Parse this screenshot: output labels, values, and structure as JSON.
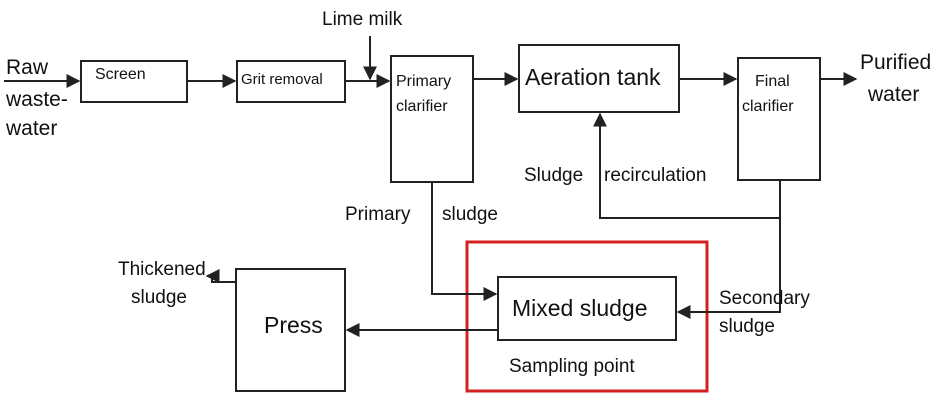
{
  "diagram": {
    "inputs": {
      "raw_line1": "Raw",
      "raw_line2": "waste-",
      "raw_line3": "water",
      "lime_milk": "Lime milk"
    },
    "units": {
      "screen": "Screen",
      "grit_removal": "Grit removal",
      "primary_clarifier_line1": "Primary",
      "primary_clarifier_line2": "clarifier",
      "aeration_tank": "Aeration tank",
      "final_clarifier_line1": "Final",
      "final_clarifier_line2": "clarifier",
      "mixed_sludge": "Mixed sludge",
      "press": "Press"
    },
    "outputs": {
      "purified_line1": "Purified",
      "purified_line2": "water",
      "thickened_line1": "Thickened",
      "thickened_line2": "sludge"
    },
    "flows": {
      "sludge_recirculation_1": "Sludge",
      "sludge_recirculation_2": "recirculation",
      "primary_sludge_1": "Primary",
      "primary_sludge_2": "sludge",
      "secondary_sludge_1": "Secondary",
      "secondary_sludge_2": "sludge"
    },
    "highlight": {
      "label": "Sampling point",
      "color": "#d42020"
    }
  }
}
